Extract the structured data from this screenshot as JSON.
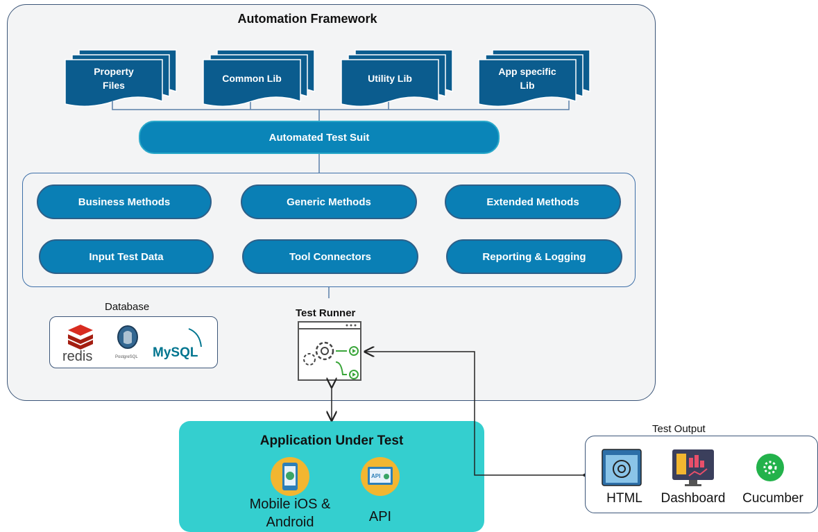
{
  "framework": {
    "title": "Automation Framework",
    "libraries": [
      {
        "label_line1": "Property",
        "label_line2": "Files"
      },
      {
        "label_line1": "Common Lib",
        "label_line2": ""
      },
      {
        "label_line1": "Utility Lib",
        "label_line2": ""
      },
      {
        "label_line1": "App specific",
        "label_line2": "Lib"
      }
    ],
    "test_suit": "Automated Test Suit",
    "methods": [
      "Business Methods",
      "Generic Methods",
      "Extended Methods",
      "Input Test Data",
      "Tool Connectors",
      "Reporting & Logging"
    ],
    "database": {
      "title": "Database",
      "logos": [
        "redis",
        "PostgreSQL",
        "MySQL"
      ]
    },
    "test_runner": {
      "title": "Test Runner",
      "icon": "gear-window-icon"
    }
  },
  "aut": {
    "title": "Application Under Test",
    "items": [
      {
        "line1": "Mobile iOS &",
        "line2": "Android",
        "icon": "mobile-icon"
      },
      {
        "line1": "API",
        "line2": "",
        "icon": "api-icon"
      }
    ]
  },
  "test_output": {
    "title": "Test Output",
    "items": [
      {
        "label": "HTML",
        "icon": "html-report-icon"
      },
      {
        "label": "Dashboard",
        "icon": "dashboard-icon"
      },
      {
        "label": "Cucumber",
        "icon": "cucumber-icon"
      }
    ]
  },
  "colors": {
    "pill_blue": "#0a7fb5",
    "doc_blue": "#0b5c8e",
    "aut_teal": "#34cfcf",
    "border": "#3b5578"
  }
}
